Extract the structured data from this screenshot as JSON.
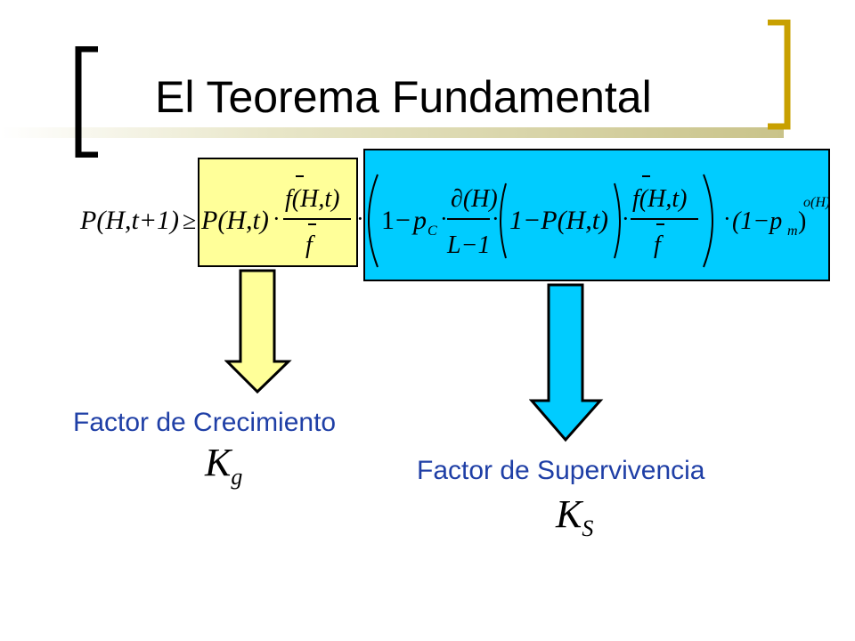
{
  "title": "El Teorema Fundamental",
  "colors": {
    "title_accent": "#c9c38a",
    "gold_bracket": "#c8a000",
    "dark_bracket": "#000000",
    "growth_box": "#ffff99",
    "survival_box": "#00ccff",
    "label_text": "#1f3fa6"
  },
  "formula": {
    "lhs": "P(H,t+1)",
    "relation": "≥",
    "growth_term": {
      "p": "P(H,t)",
      "dot": "·",
      "numerator": "f(H,t)",
      "denominator": "f"
    },
    "survival_term": {
      "one": "1",
      "minus": "−",
      "pc": "p",
      "pc_sub": "C",
      "delta_num": "∂(H)",
      "delta_den": "L−1",
      "paren_inner": "1−P(H,t)",
      "num2": "f(H,t)",
      "den2": "f",
      "mut": "(1−p",
      "mut_sub": "m",
      "mut_close": ")",
      "exponent": "o(H)"
    }
  },
  "growth_factor": {
    "label": "Factor de Crecimiento",
    "symbol": "K",
    "symbol_sub": "g"
  },
  "survival_factor": {
    "label": "Factor de Supervivencia",
    "symbol": "K",
    "symbol_sub": "S"
  }
}
